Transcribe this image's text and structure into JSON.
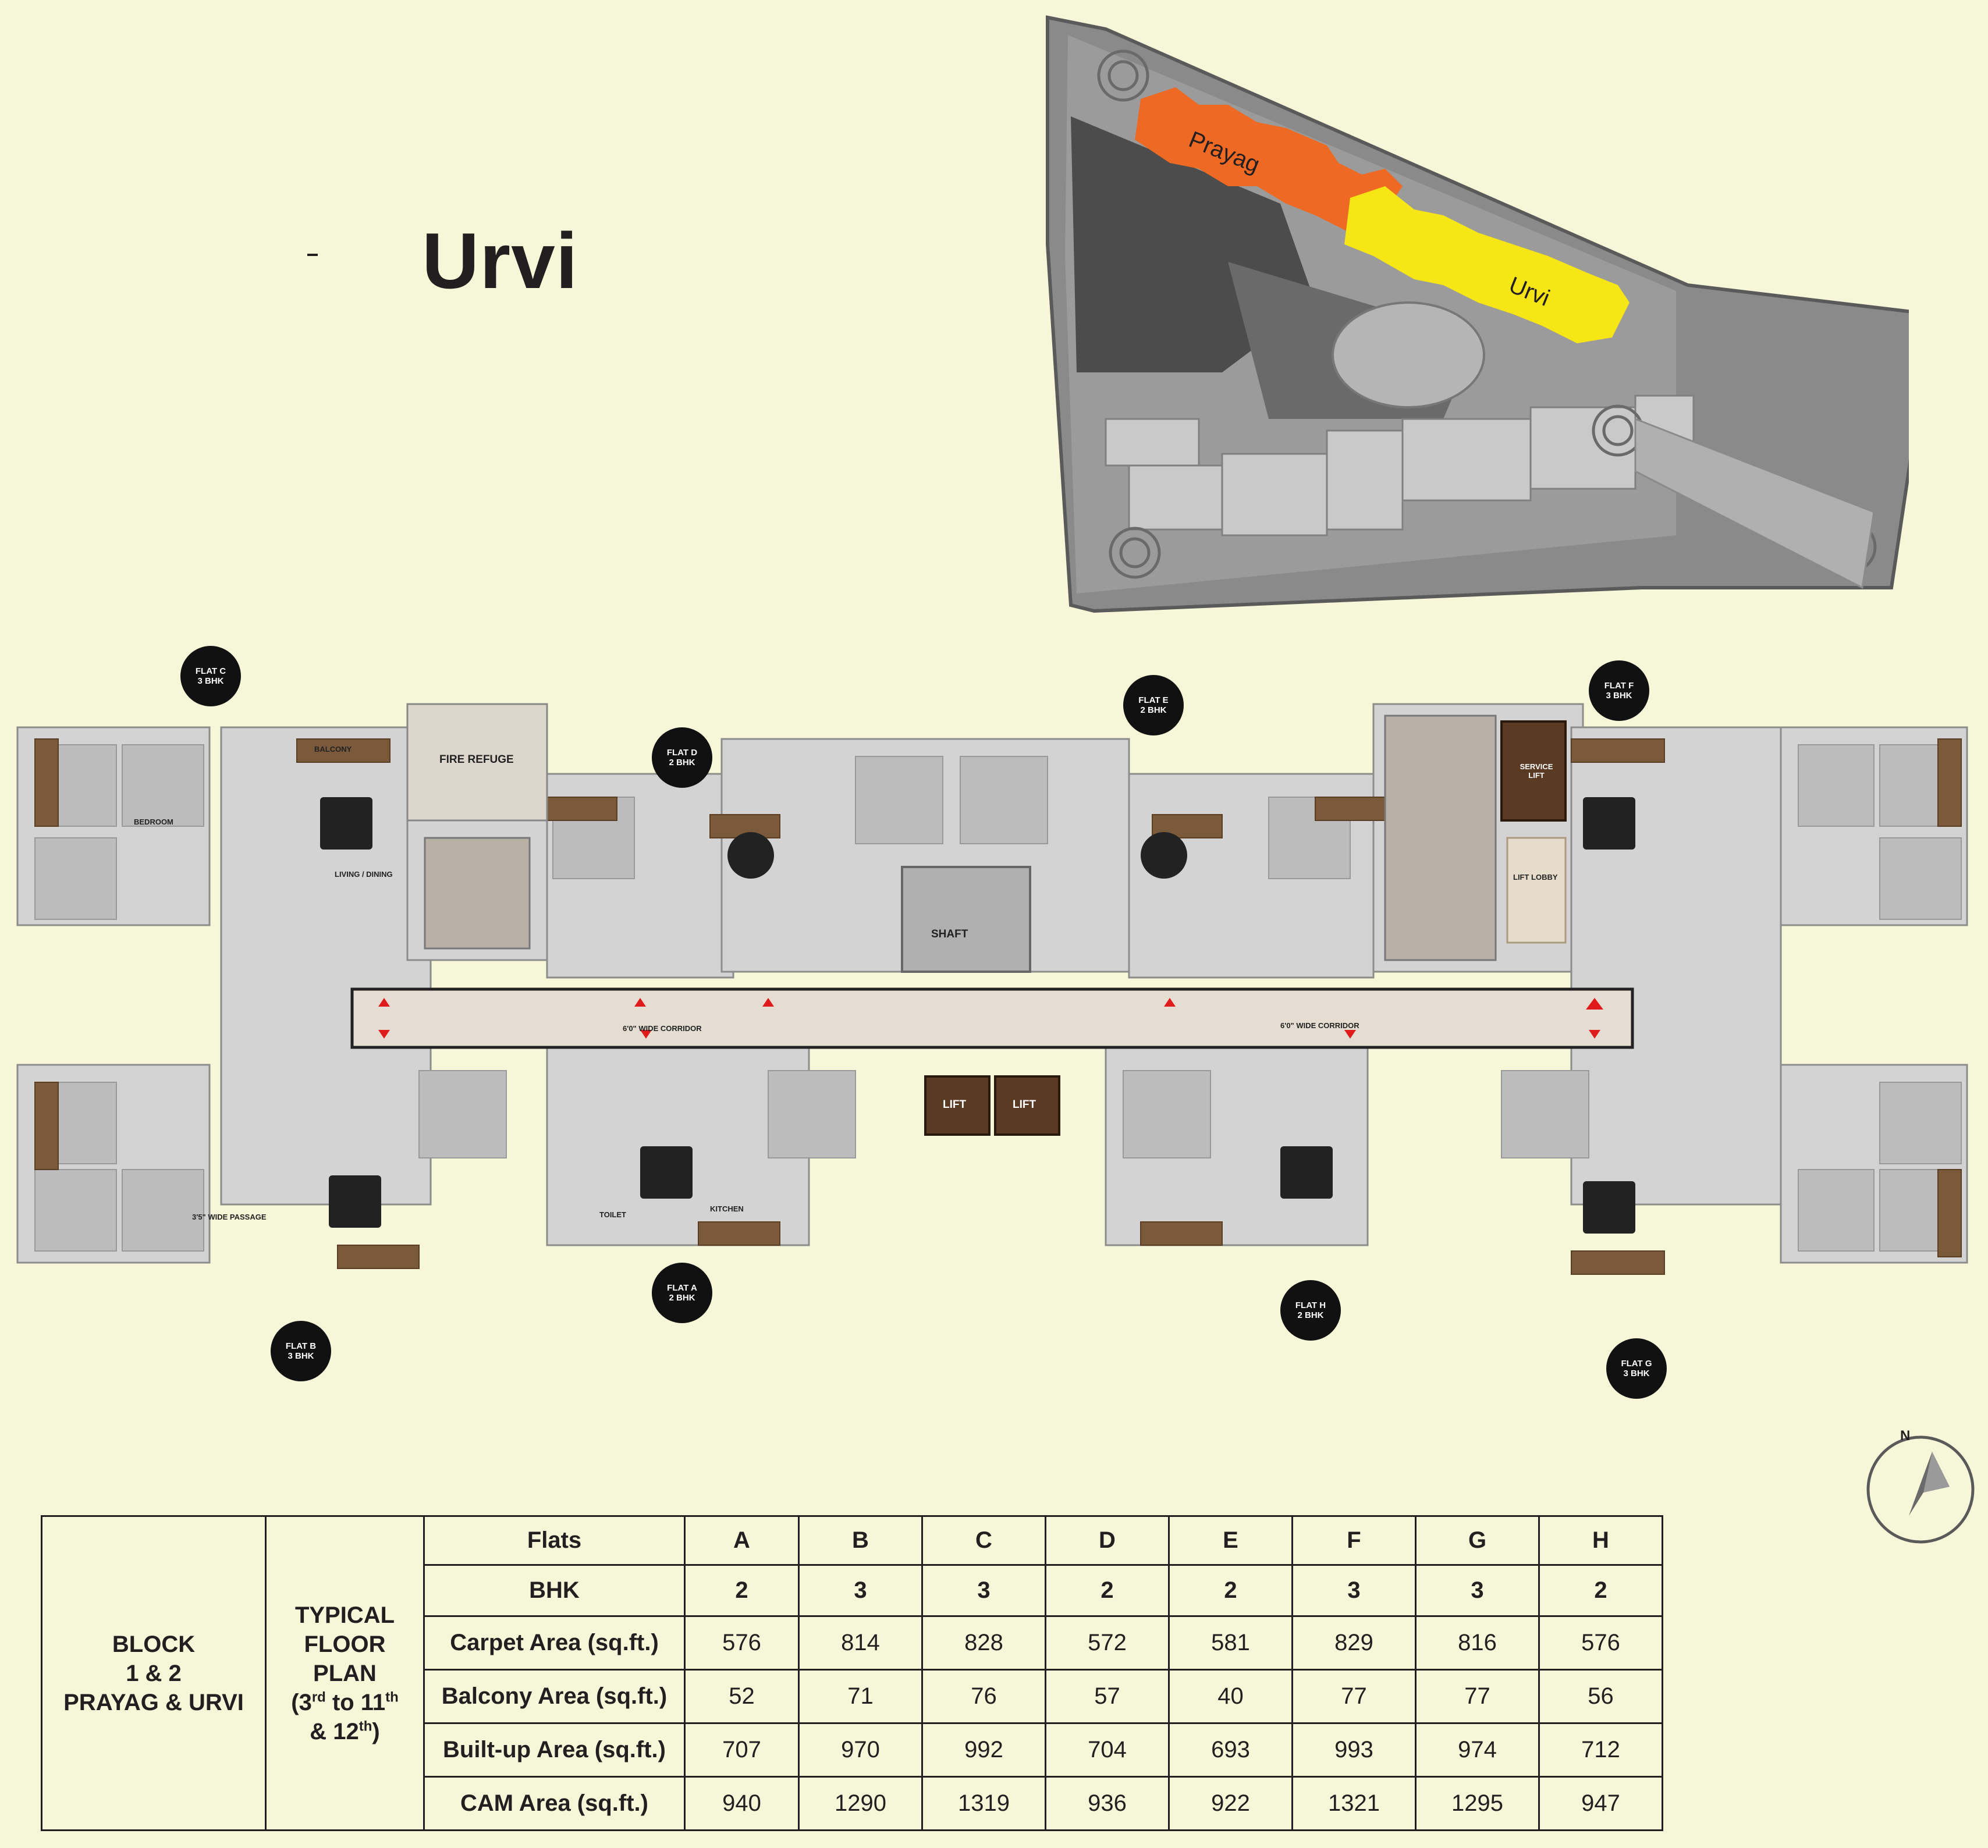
{
  "title": "Urvi",
  "site_plan": {
    "labels": [
      {
        "name": "prayag",
        "text": "Prayag",
        "color": "#ee6a24"
      },
      {
        "name": "urvi",
        "text": "Urvi",
        "color": "#f6e615"
      }
    ]
  },
  "floor_plan": {
    "flat_badges": [
      {
        "id": "C",
        "line1": "FLAT C",
        "line2": "3 BHK"
      },
      {
        "id": "D",
        "line1": "FLAT D",
        "line2": "2 BHK"
      },
      {
        "id": "E",
        "line1": "FLAT E",
        "line2": "2 BHK"
      },
      {
        "id": "F",
        "line1": "FLAT F",
        "line2": "3 BHK"
      },
      {
        "id": "A",
        "line1": "FLAT A",
        "line2": "2 BHK"
      },
      {
        "id": "B",
        "line1": "FLAT B",
        "line2": "3 BHK"
      },
      {
        "id": "H",
        "line1": "FLAT H",
        "line2": "2 BHK"
      },
      {
        "id": "G",
        "line1": "FLAT G",
        "line2": "3 BHK"
      }
    ],
    "rooms": {
      "fire_refuge": "FIRE REFUGE",
      "shaft": "SHAFT",
      "service_lift": "SERVICE LIFT",
      "lift_1": "LIFT",
      "lift_2": "LIFT",
      "lift_lobby": "LIFT LOBBY",
      "corridor_left": "6'0\" WIDE CORRIDOR",
      "corridor_right": "6'0\" WIDE CORRIDOR",
      "bedroom": "BEDROOM",
      "living_dining": "LIVING / DINING",
      "kitchen": "KITCHEN",
      "toilet": "TOILET",
      "balcony": "BALCONY",
      "passage": "3'5\" WIDE PASSAGE"
    }
  },
  "compass": {
    "label": "N"
  },
  "table": {
    "block_line1": "BLOCK",
    "block_line2": "1 & 2",
    "block_line3": "PRAYAG & URVI",
    "plan_line1": "TYPICAL",
    "plan_line2": "FLOOR",
    "plan_line3": "PLAN",
    "plan_line4a": "(3",
    "plan_sup1": "rd",
    "plan_line4b": " to 11",
    "plan_sup2": "th",
    "plan_line5a": "& 12",
    "plan_sup3": "th",
    "plan_line5b": ")",
    "rows": [
      {
        "label": "Flats",
        "values": [
          "A",
          "B",
          "C",
          "D",
          "E",
          "F",
          "G",
          "H"
        ]
      },
      {
        "label": "BHK",
        "values": [
          "2",
          "3",
          "3",
          "2",
          "2",
          "3",
          "3",
          "2"
        ]
      },
      {
        "label": "Carpet Area (sq.ft.)",
        "values": [
          "576",
          "814",
          "828",
          "572",
          "581",
          "829",
          "816",
          "576"
        ]
      },
      {
        "label": "Balcony Area (sq.ft.)",
        "values": [
          "52",
          "71",
          "76",
          "57",
          "40",
          "77",
          "77",
          "56"
        ]
      },
      {
        "label": "Built-up Area (sq.ft.)",
        "values": [
          "707",
          "970",
          "992",
          "704",
          "693",
          "993",
          "974",
          "712"
        ]
      },
      {
        "label": "CAM Area (sq.ft.)",
        "values": [
          "940",
          "1290",
          "1319",
          "936",
          "922",
          "1321",
          "1295",
          "947"
        ]
      }
    ]
  }
}
